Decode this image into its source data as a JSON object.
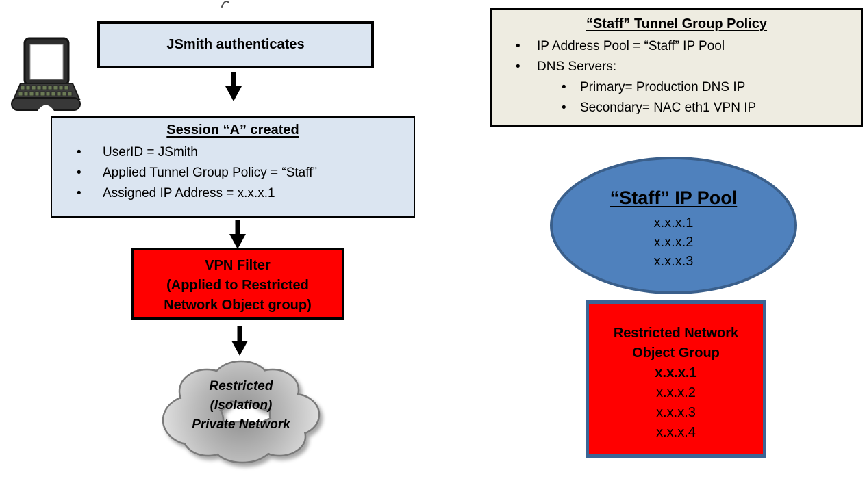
{
  "palette": {
    "light_blue": "#dbe5f1",
    "beige": "#eeece1",
    "red": "#ff0000",
    "steel_blue": "#4f81bd",
    "dark_blue_border": "#3a5f8b",
    "group_border": "#3c6595",
    "black": "#000000",
    "cloud_gray": "#b5b5b5"
  },
  "glyphs": {
    "bullet": "•"
  },
  "icons": {
    "laptop": "laptop-icon",
    "down_arrow": "down-arrow-icon",
    "cloud": "cloud-shape-icon"
  },
  "auth_box": {
    "label": "JSmith authenticates"
  },
  "session_box": {
    "title": "Session “A” created",
    "bullets": [
      "UserID = JSmith",
      "Applied Tunnel Group Policy = “Staff”",
      "Assigned IP Address = x.x.x.1"
    ]
  },
  "vpn_filter_box": {
    "lines": [
      "VPN Filter",
      "(Applied to Restricted",
      "Network Object group)"
    ]
  },
  "cloud": {
    "lines": [
      "Restricted",
      "(Isolation)",
      "Private Network"
    ]
  },
  "policy_box": {
    "title": "“Staff” Tunnel Group Policy",
    "bullets": [
      "IP Address Pool = “Staff” IP Pool",
      "DNS Servers:"
    ],
    "sub_bullets": [
      "Primary= Production DNS IP",
      "Secondary= NAC eth1 VPN IP"
    ]
  },
  "ip_pool": {
    "title": "“Staff” IP Pool",
    "items": [
      "x.x.x.1",
      "x.x.x.2",
      "x.x.x.3"
    ]
  },
  "restricted_group": {
    "title_lines": [
      "Restricted Network",
      "Object Group"
    ],
    "highlight_item": "x.x.x.1",
    "items": [
      "x.x.x.2",
      "x.x.x.3",
      "x.x.x.4"
    ]
  }
}
